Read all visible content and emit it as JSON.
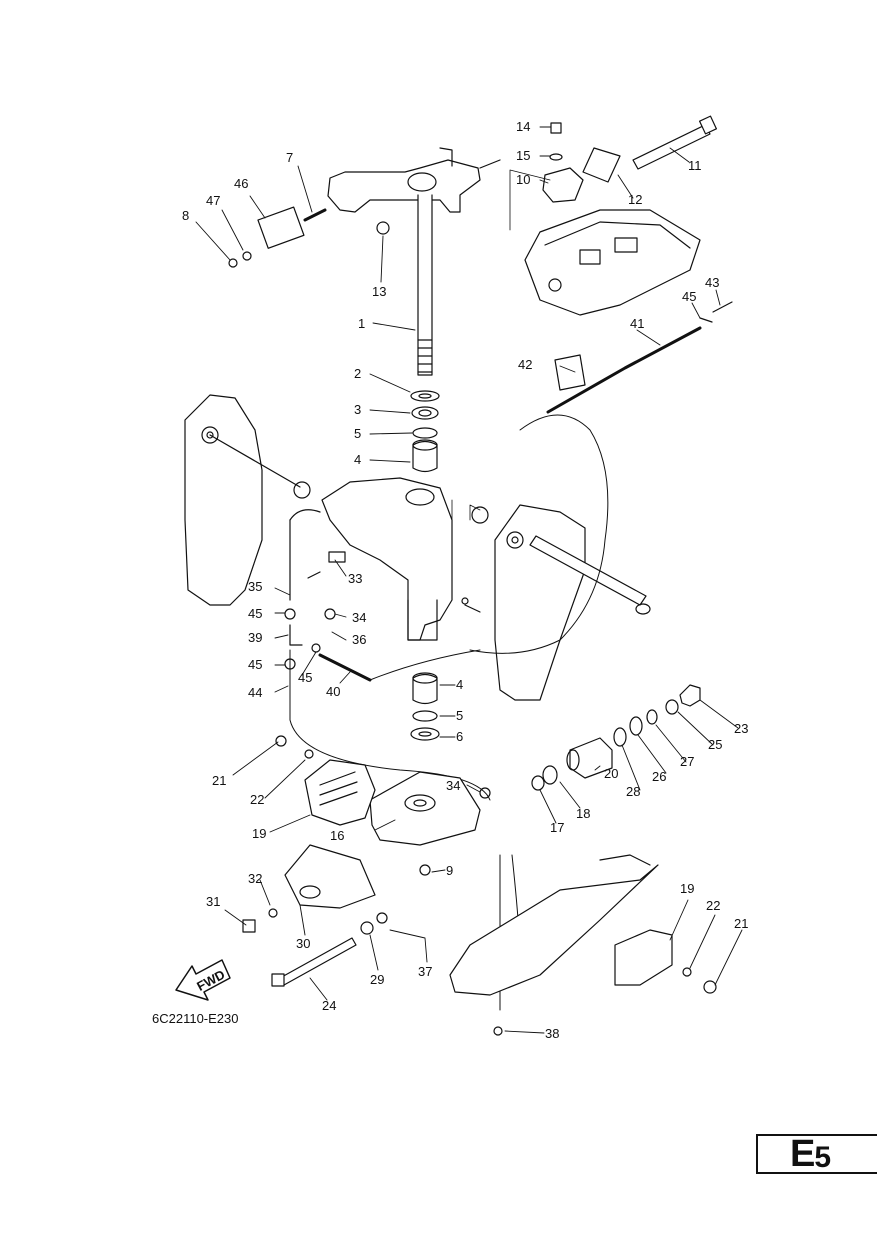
{
  "diagram": {
    "part_callouts": [
      {
        "label": "1"
      },
      {
        "label": "2"
      },
      {
        "label": "3"
      },
      {
        "label": "5"
      },
      {
        "label": "4"
      },
      {
        "label": "4"
      },
      {
        "label": "5"
      },
      {
        "label": "6"
      },
      {
        "label": "7"
      },
      {
        "label": "8"
      },
      {
        "label": "9"
      },
      {
        "label": "10"
      },
      {
        "label": "11"
      },
      {
        "label": "12"
      },
      {
        "label": "13"
      },
      {
        "label": "14"
      },
      {
        "label": "15"
      },
      {
        "label": "16"
      },
      {
        "label": "17"
      },
      {
        "label": "18"
      },
      {
        "label": "19"
      },
      {
        "label": "19"
      },
      {
        "label": "20"
      },
      {
        "label": "21"
      },
      {
        "label": "21"
      },
      {
        "label": "22"
      },
      {
        "label": "22"
      },
      {
        "label": "23"
      },
      {
        "label": "24"
      },
      {
        "label": "25"
      },
      {
        "label": "26"
      },
      {
        "label": "27"
      },
      {
        "label": "28"
      },
      {
        "label": "29"
      },
      {
        "label": "30"
      },
      {
        "label": "31"
      },
      {
        "label": "32"
      },
      {
        "label": "33"
      },
      {
        "label": "34"
      },
      {
        "label": "34"
      },
      {
        "label": "35"
      },
      {
        "label": "36"
      },
      {
        "label": "37"
      },
      {
        "label": "38"
      },
      {
        "label": "39"
      },
      {
        "label": "40"
      },
      {
        "label": "41"
      },
      {
        "label": "42"
      },
      {
        "label": "43"
      },
      {
        "label": "44"
      },
      {
        "label": "45"
      },
      {
        "label": "45"
      },
      {
        "label": "45"
      },
      {
        "label": "45"
      },
      {
        "label": "46"
      },
      {
        "label": "47"
      }
    ],
    "fwd_label": "FWD",
    "reference_code": "6C22110-E230"
  },
  "section": {
    "letter": "E",
    "number": "5"
  }
}
